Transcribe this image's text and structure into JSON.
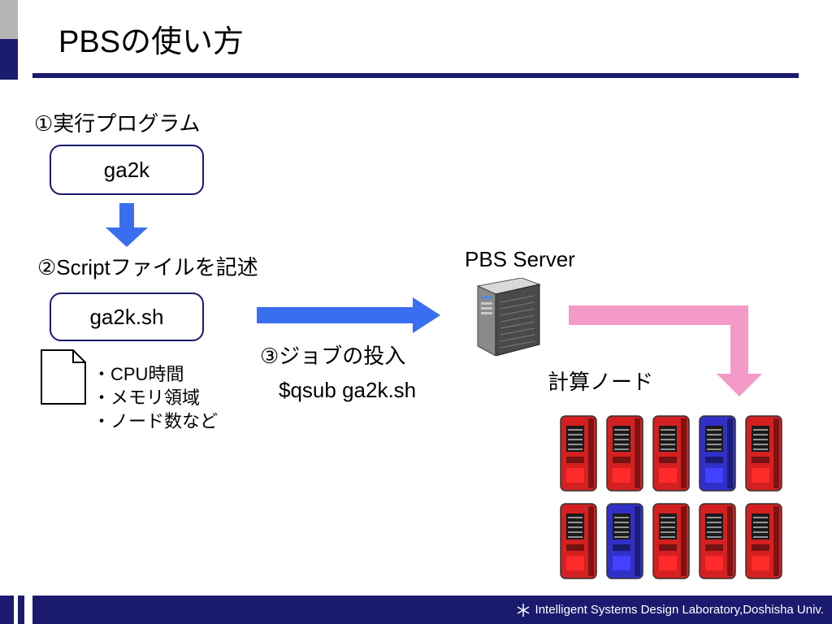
{
  "slide": {
    "title": "PBSの使い方"
  },
  "steps": {
    "step1_label": "①実行プログラム",
    "program_box": "ga2k",
    "step2_label": "②Scriptファイルを記述",
    "script_box": "ga2k.sh",
    "bullets": [
      "・CPU時間",
      "・メモリ領域",
      "・ノード数など"
    ],
    "step3_label": "③ジョブの投入",
    "step3_command": "$qsub ga2k.sh"
  },
  "server": {
    "label": "PBS Server"
  },
  "nodes": {
    "label": "計算ノード",
    "colors": {
      "busy": "#d42020",
      "idle": "#3030c8"
    },
    "row1": [
      "busy",
      "busy",
      "busy",
      "idle",
      "busy"
    ],
    "row2": [
      "busy",
      "idle",
      "busy",
      "busy",
      "busy"
    ]
  },
  "colors": {
    "navy": "#1a1a6e",
    "blue_arrow": "#3a6ef0",
    "pink_arrow": "#f49ac8"
  },
  "footer": {
    "text": "Intelligent Systems Design Laboratory,Doshisha Univ."
  }
}
